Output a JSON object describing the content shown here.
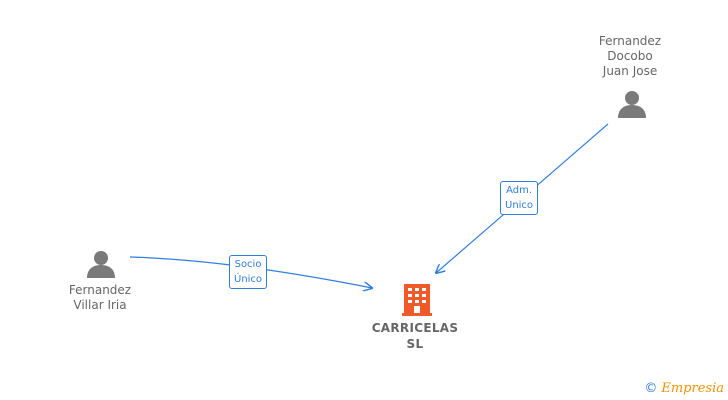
{
  "nodes": {
    "person_top": {
      "lines": [
        "Fernandez",
        "Docobo",
        "Juan Jose"
      ],
      "icon": "person-icon"
    },
    "person_left": {
      "lines": [
        "Fernandez",
        "Villar Iria"
      ],
      "icon": "person-icon"
    },
    "company": {
      "lines": [
        "CARRICELAS",
        "SL"
      ],
      "icon": "building-icon"
    }
  },
  "edges": {
    "adm": {
      "lines": [
        "Adm.",
        "Unico"
      ]
    },
    "socio": {
      "lines": [
        "Socio",
        "Único"
      ]
    }
  },
  "watermark": {
    "copyright": "©",
    "brand": "Empresia"
  },
  "colors": {
    "edge": "#2f7de1",
    "person": "#7a7a7a",
    "company": "#f05a28",
    "label": "#666666"
  }
}
